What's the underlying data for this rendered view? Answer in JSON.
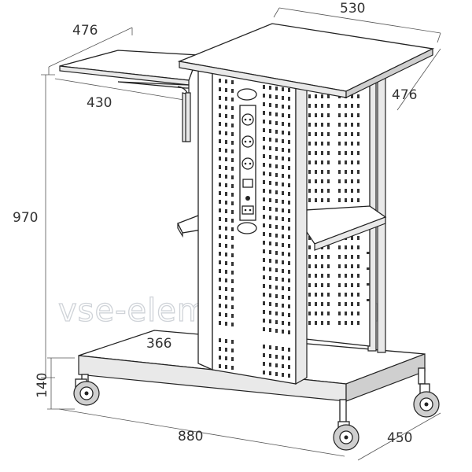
{
  "dimensions": {
    "top_shelf_width": "530",
    "top_shelf_depth_right": "476",
    "side_shelf_depth": "476",
    "side_shelf_width": "430",
    "total_height": "970",
    "base_shelf_width": "366",
    "base_height": "140",
    "total_width": "880",
    "total_depth": "450"
  },
  "watermark": "vse-elementarno.ru"
}
